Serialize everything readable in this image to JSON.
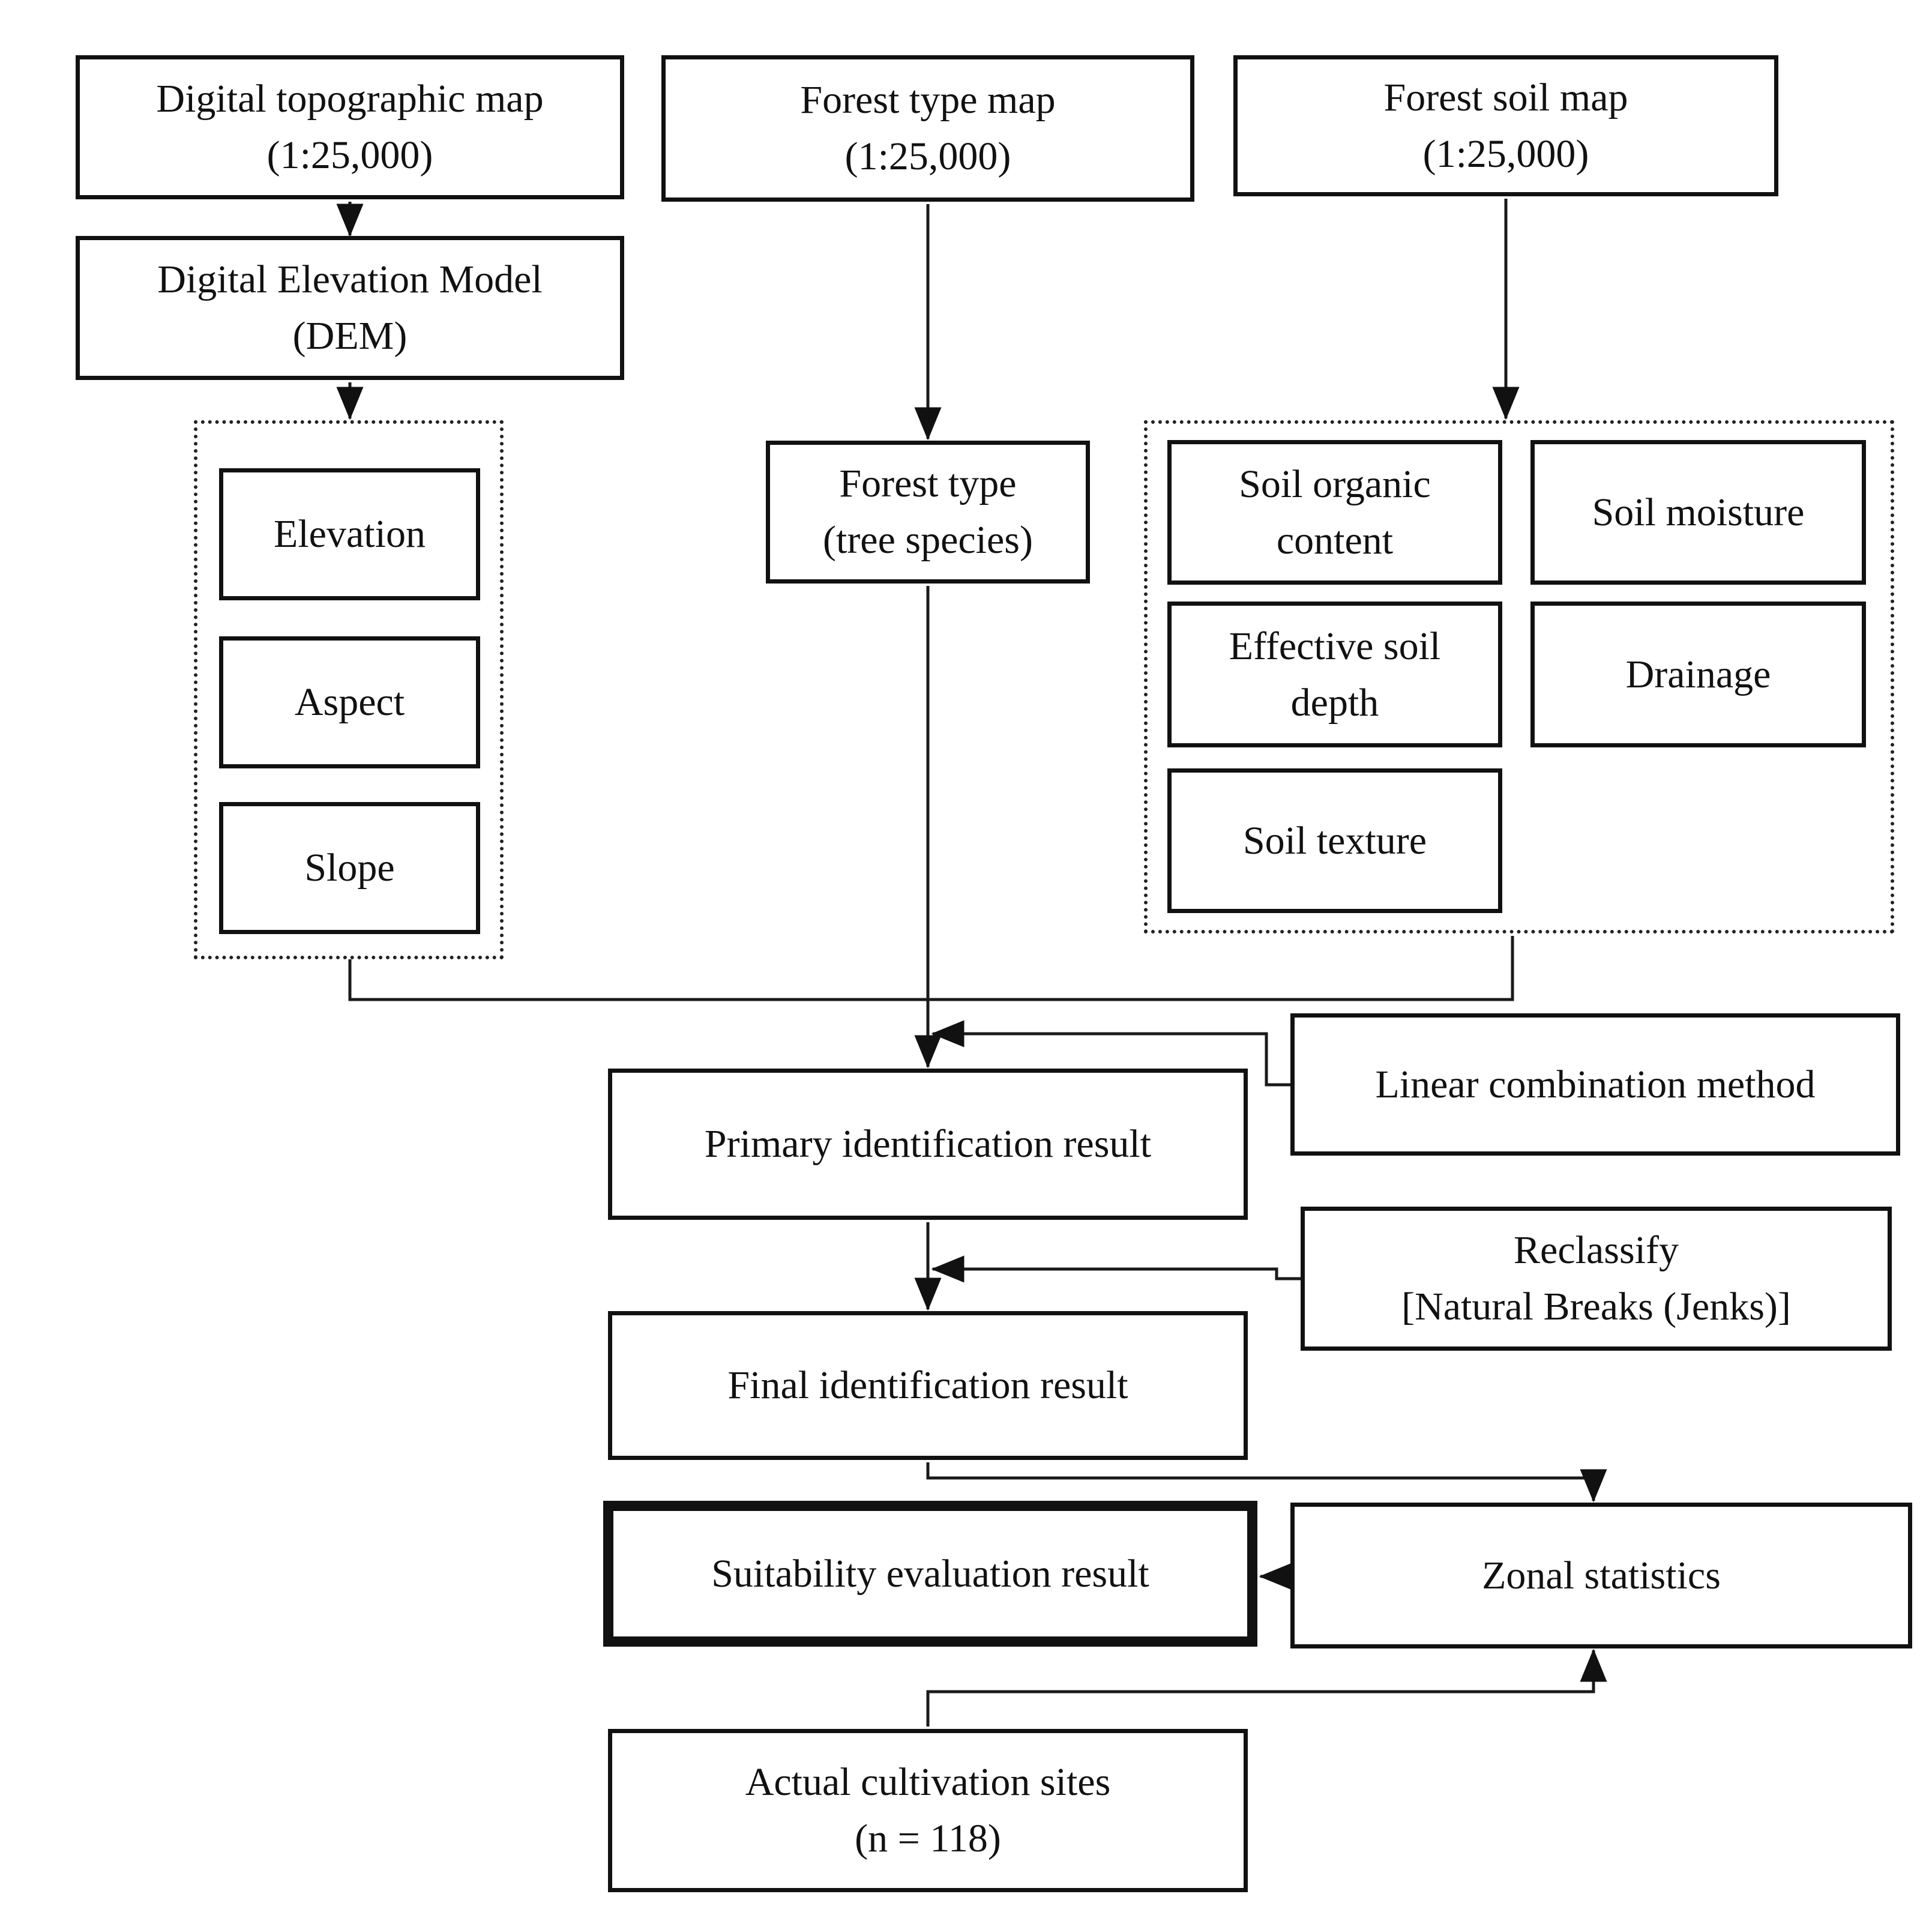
{
  "diagram": {
    "title": "Suitability evaluation flowchart",
    "background_color": "#ffffff",
    "line_color": "#1a1a1a",
    "box_border_color": "#111111",
    "nodes": {
      "digital_topographic_map": {
        "label": "Digital topographic map\n(1:25,000)"
      },
      "digital_elevation_model": {
        "label": "Digital Elevation Model\n(DEM)"
      },
      "elevation": {
        "label": "Elevation"
      },
      "aspect": {
        "label": "Aspect"
      },
      "slope": {
        "label": "Slope"
      },
      "forest_type_map": {
        "label": "Forest type map\n(1:25,000)"
      },
      "forest_type": {
        "label": "Forest type\n(tree species)"
      },
      "forest_soil_map": {
        "label": "Forest soil map\n(1:25,000)"
      },
      "soil_organic_content": {
        "label": "Soil organic\ncontent"
      },
      "soil_moisture": {
        "label": "Soil moisture"
      },
      "effective_soil_depth": {
        "label": "Effective soil\ndepth"
      },
      "drainage": {
        "label": "Drainage"
      },
      "soil_texture": {
        "label": "Soil texture"
      },
      "primary_identification_result": {
        "label": "Primary identification result"
      },
      "linear_combination_method": {
        "label": "Linear combination method"
      },
      "final_identification_result": {
        "label": "Final identification result"
      },
      "reclassify": {
        "label": "Reclassify\n[Natural Breaks (Jenks)]"
      },
      "suitability_evaluation_result": {
        "label": "Suitability evaluation result"
      },
      "zonal_statistics": {
        "label": "Zonal statistics"
      },
      "actual_cultivation_sites": {
        "label": "Actual cultivation sites\n(n = 118)"
      }
    },
    "edges": [
      {
        "from": "digital_topographic_map",
        "to": "digital_elevation_model",
        "style": "arrow"
      },
      {
        "from": "digital_elevation_model",
        "to": "topography_group",
        "style": "arrow"
      },
      {
        "from": "forest_type_map",
        "to": "forest_type",
        "style": "arrow"
      },
      {
        "from": "forest_soil_map",
        "to": "soil_group",
        "style": "arrow"
      },
      {
        "from": "topography_group",
        "to": "primary_identification_result",
        "style": "line"
      },
      {
        "from": "soil_group",
        "to": "primary_identification_result",
        "style": "line"
      },
      {
        "from": "forest_type",
        "to": "primary_identification_result",
        "style": "arrow"
      },
      {
        "from": "linear_combination_method",
        "to": "primary_identification_result",
        "style": "arrow"
      },
      {
        "from": "primary_identification_result",
        "to": "final_identification_result",
        "style": "arrow"
      },
      {
        "from": "reclassify",
        "to": "final_identification_result",
        "style": "arrow"
      },
      {
        "from": "final_identification_result",
        "to": "zonal_statistics",
        "style": "arrow"
      },
      {
        "from": "zonal_statistics",
        "to": "suitability_evaluation_result",
        "style": "arrow"
      },
      {
        "from": "actual_cultivation_sites",
        "to": "zonal_statistics",
        "style": "arrow"
      }
    ]
  }
}
